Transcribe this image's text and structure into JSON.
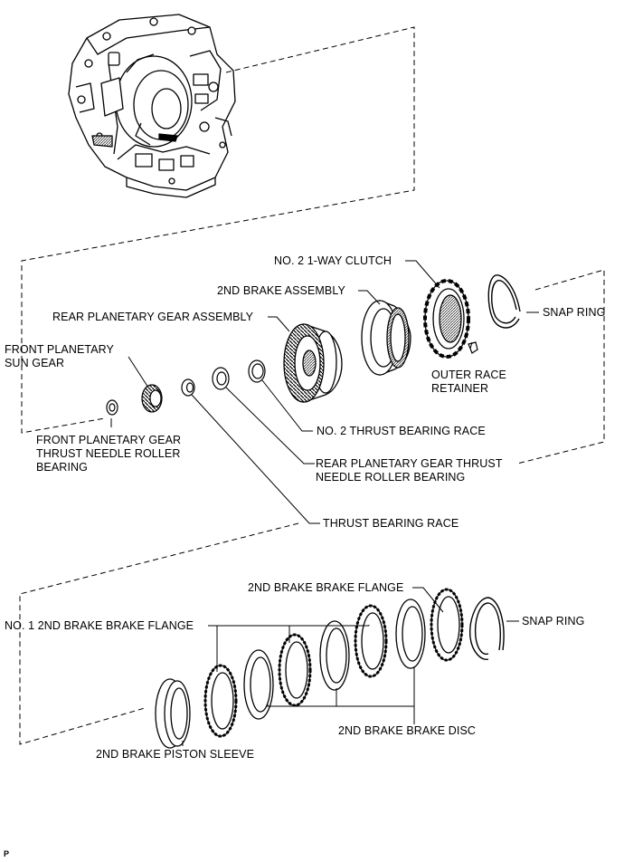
{
  "labels": {
    "no2_one_way_clutch": "NO. 2 1-WAY CLUTCH",
    "second_brake_assembly": "2ND BRAKE ASSEMBLY",
    "rear_planetary_gear_assembly": "REAR PLANETARY GEAR ASSEMBLY",
    "front_planetary_sun_gear": "FRONT PLANETARY\nSUN GEAR",
    "snap_ring_upper": "SNAP RING",
    "outer_race_retainer": "OUTER RACE\nRETAINER",
    "no2_thrust_bearing_race": "NO. 2 THRUST BEARING RACE",
    "front_planetary_gear_thrust_needle_roller_bearing": "FRONT PLANETARY GEAR\nTHRUST NEEDLE ROLLER\nBEARING",
    "rear_planetary_gear_thrust_needle_roller_bearing": "REAR PLANETARY GEAR THRUST\nNEEDLE ROLLER BEARING",
    "thrust_bearing_race": "THRUST BEARING RACE",
    "second_brake_brake_flange": "2ND BRAKE BRAKE FLANGE",
    "no1_second_brake_brake_flange": "NO. 1 2ND BRAKE BRAKE FLANGE",
    "snap_ring_lower": "SNAP RING",
    "second_brake_brake_disc": "2ND BRAKE BRAKE DISC",
    "second_brake_piston_sleeve": "2ND BRAKE PISTON SLEEVE",
    "corner_mark": "P"
  }
}
